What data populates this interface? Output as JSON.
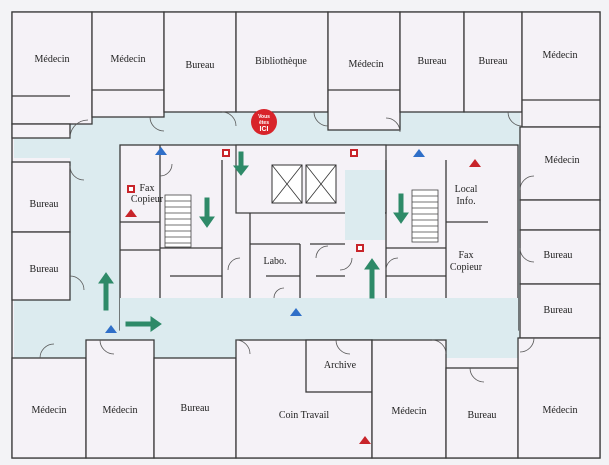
{
  "plan": {
    "rooms": {
      "top": [
        "Médecin",
        "Médecin",
        "Bureau",
        "Bibliothèque",
        "Médecin",
        "Bureau",
        "Bureau",
        "Médecin"
      ],
      "left": [
        "Bureau",
        "Bureau"
      ],
      "right": [
        "Médecin",
        "Bureau",
        "Bureau"
      ],
      "center": {
        "fax_left": [
          "Fax",
          "Copieur"
        ],
        "labo": "Labo.",
        "local_info": [
          "Local",
          "Info."
        ],
        "fax_right": [
          "Fax",
          "Copieur"
        ],
        "archive": "Archive"
      },
      "bottom": [
        "Médecin",
        "Médecin",
        "Bureau",
        "Coin Travail",
        "Médecin",
        "Bureau",
        "Médecin"
      ]
    },
    "you_are_here": [
      "Vous",
      "êtes",
      "ICI"
    ],
    "colors": {
      "corridor": "#dcebef",
      "room_fill": "#f5f2f7",
      "wall": "#3a3a3a",
      "evacuation_arrow": "#2e8a68",
      "you_are_here": "#d8242a",
      "fire_extinguisher": "#c8242a",
      "fire_alarm": "#c8242a",
      "sign_blue": "#2f6fc8"
    },
    "icons": {
      "extinguisher": "fire-extinguisher-icon",
      "alarm": "fire-alarm-icon",
      "blue_sign": "safety-sign-icon",
      "arrow": "evacuation-arrow-icon",
      "elevator": "elevator-icon"
    }
  }
}
